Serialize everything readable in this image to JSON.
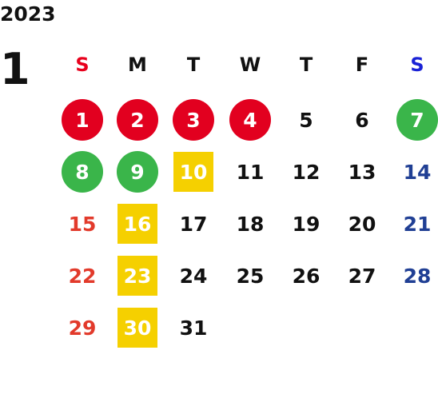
{
  "year": "2023",
  "month": "1",
  "colors": {
    "text": "#111111",
    "sunday": "#e23a2b",
    "saturday_header": "#1a22d6",
    "saturday": "#203f94",
    "red_marker": "#e2001f",
    "green_marker": "#3ab54a",
    "yellow_marker": "#f5d000",
    "on_marker": "#ffffff"
  },
  "weekdays": [
    {
      "label": "S",
      "color": "#e8001c"
    },
    {
      "label": "M",
      "color": "#111111"
    },
    {
      "label": "T",
      "color": "#111111"
    },
    {
      "label": "W",
      "color": "#111111"
    },
    {
      "label": "T",
      "color": "#111111"
    },
    {
      "label": "F",
      "color": "#111111"
    },
    {
      "label": "S",
      "color": "#1a22d6"
    }
  ],
  "weeks": [
    [
      {
        "day": "1",
        "marker": "red-circle"
      },
      {
        "day": "2",
        "marker": "red-circle"
      },
      {
        "day": "3",
        "marker": "red-circle"
      },
      {
        "day": "4",
        "marker": "red-circle"
      },
      {
        "day": "5",
        "marker": ""
      },
      {
        "day": "6",
        "marker": ""
      },
      {
        "day": "7",
        "marker": "green-circle"
      }
    ],
    [
      {
        "day": "8",
        "marker": "green-circle"
      },
      {
        "day": "9",
        "marker": "green-circle"
      },
      {
        "day": "10",
        "marker": "yellow-square"
      },
      {
        "day": "11",
        "marker": ""
      },
      {
        "day": "12",
        "marker": ""
      },
      {
        "day": "13",
        "marker": ""
      },
      {
        "day": "14",
        "marker": ""
      }
    ],
    [
      {
        "day": "15",
        "marker": ""
      },
      {
        "day": "16",
        "marker": "yellow-square"
      },
      {
        "day": "17",
        "marker": ""
      },
      {
        "day": "18",
        "marker": ""
      },
      {
        "day": "19",
        "marker": ""
      },
      {
        "day": "20",
        "marker": ""
      },
      {
        "day": "21",
        "marker": ""
      }
    ],
    [
      {
        "day": "22",
        "marker": ""
      },
      {
        "day": "23",
        "marker": "yellow-square"
      },
      {
        "day": "24",
        "marker": ""
      },
      {
        "day": "25",
        "marker": ""
      },
      {
        "day": "26",
        "marker": ""
      },
      {
        "day": "27",
        "marker": ""
      },
      {
        "day": "28",
        "marker": ""
      }
    ],
    [
      {
        "day": "29",
        "marker": ""
      },
      {
        "day": "30",
        "marker": "yellow-square"
      },
      {
        "day": "31",
        "marker": ""
      },
      {
        "day": "",
        "marker": ""
      },
      {
        "day": "",
        "marker": ""
      },
      {
        "day": "",
        "marker": ""
      },
      {
        "day": "",
        "marker": ""
      }
    ]
  ]
}
